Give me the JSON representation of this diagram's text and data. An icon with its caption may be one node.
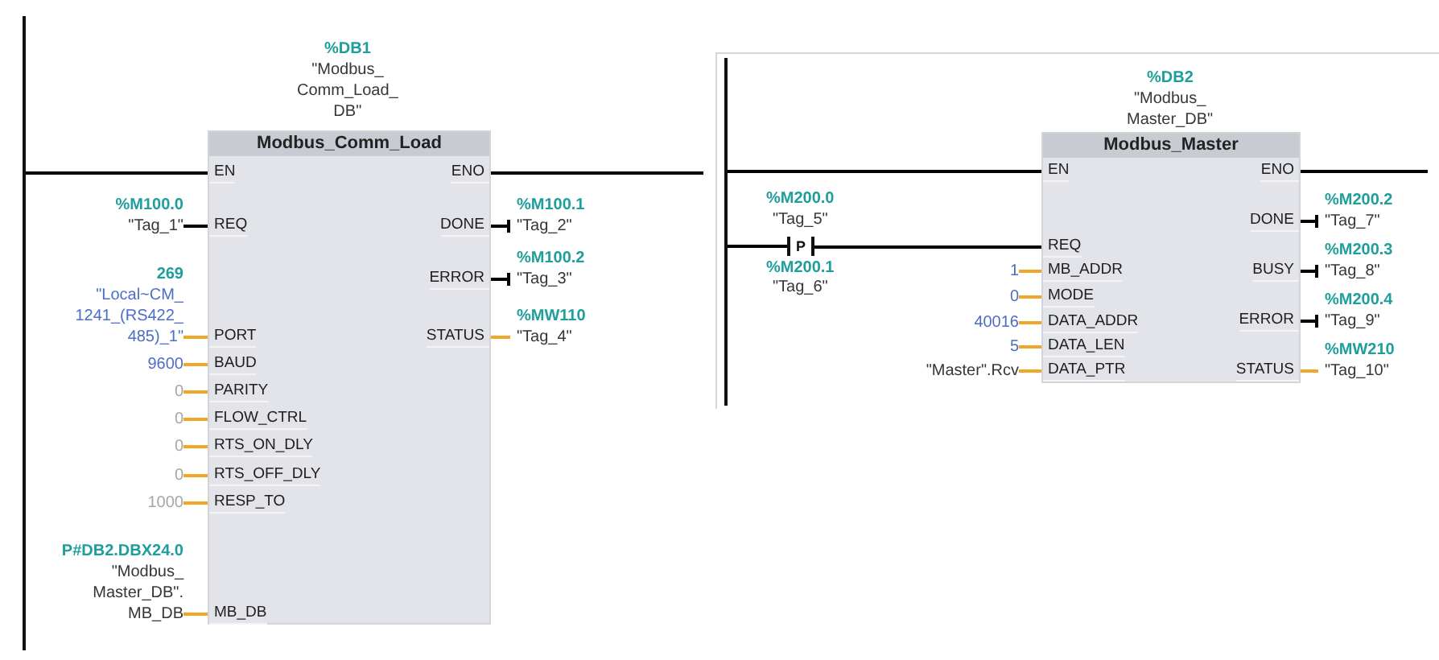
{
  "diagram": {
    "nodes": [
      {
        "text": [],
        "shape": "bar"
      },
      {
        "text": [
          "Modbus_Comm_Load"
        ],
        "beside": [
          "%DB1",
          "\"Modbus_ Comm_Load_ DB\""
        ]
      },
      {
        "text": [
          "EN"
        ],
        "in": 1
      },
      {
        "text": [
          "REQ"
        ],
        "in": 1
      },
      {
        "text": [
          "PORT"
        ],
        "in": 1
      },
      {
        "text": [
          "BAUD"
        ],
        "in": 1
      },
      {
        "text": [
          "PARITY"
        ],
        "in": 1
      },
      {
        "text": [
          "FLOW_CTRL"
        ],
        "in": 1
      },
      {
        "text": [
          "RTS_ON_DLY"
        ],
        "in": 1
      },
      {
        "text": [
          "RTS_OFF_DLY"
        ],
        "in": 1
      },
      {
        "text": [
          "RESP_TO"
        ],
        "in": 1
      },
      {
        "text": [
          "MB_DB"
        ],
        "in": 1
      },
      {
        "text": [
          "ENO"
        ],
        "in": 1
      },
      {
        "text": [
          "DONE"
        ],
        "in": 1
      },
      {
        "text": [
          "ERROR"
        ],
        "in": 1
      },
      {
        "text": [
          "STATUS"
        ],
        "in": 1
      },
      {
        "text": [
          "%M100.0",
          "\"Tag_1\""
        ]
      },
      {
        "text": [
          "269",
          "\"Local~CM_ 1241_(RS422_ 485)_1\""
        ]
      },
      {
        "text": [
          "9600"
        ]
      },
      {
        "text": [
          "0"
        ]
      },
      {
        "text": [
          "0"
        ]
      },
      {
        "text": [
          "0"
        ]
      },
      {
        "text": [
          "0"
        ]
      },
      {
        "text": [
          "1000"
        ]
      },
      {
        "text": [
          "P#DB2.DBX24.0",
          "\"Modbus_ Master_DB\". MB_DB"
        ]
      },
      {
        "text": [
          "%M100.1",
          "\"Tag_2\""
        ]
      },
      {
        "text": [
          "%M100.2",
          "\"Tag_3\""
        ]
      },
      {
        "text": [
          "%MW110",
          "\"Tag_4\""
        ]
      },
      {
        "text": [],
        "shape": "bar"
      },
      {
        "text": [
          "P"
        ],
        "beside": [
          "%M200.0",
          "\"Tag_5\"",
          "%M200.1",
          "\"Tag_6\""
        ]
      },
      {
        "text": [
          "Modbus_Master"
        ],
        "beside": [
          "%DB2",
          "\"Modbus_ Master_DB\""
        ]
      },
      {
        "text": [
          "EN"
        ],
        "in": 30
      },
      {
        "text": [
          "REQ"
        ],
        "in": 30
      },
      {
        "text": [
          "MB_ADDR"
        ],
        "in": 30
      },
      {
        "text": [
          "MODE"
        ],
        "in": 30
      },
      {
        "text": [
          "DATA_ADDR"
        ],
        "in": 30
      },
      {
        "text": [
          "DATA_LEN"
        ],
        "in": 30
      },
      {
        "text": [
          "DATA_PTR"
        ],
        "in": 30
      },
      {
        "text": [
          "ENO"
        ],
        "in": 30
      },
      {
        "text": [
          "DONE"
        ],
        "in": 30
      },
      {
        "text": [
          "BUSY"
        ],
        "in": 30
      },
      {
        "text": [
          "ERROR"
        ],
        "in": 30
      },
      {
        "text": [
          "STATUS"
        ],
        "in": 30
      },
      {
        "text": [
          "1"
        ]
      },
      {
        "text": [
          "0"
        ]
      },
      {
        "text": [
          "40016"
        ]
      },
      {
        "text": [
          "5"
        ]
      },
      {
        "text": [
          "\"Master\".Rcv"
        ]
      },
      {
        "text": [
          "%M200.2",
          "\"Tag_7\""
        ]
      },
      {
        "text": [
          "%M200.3",
          "\"Tag_8\""
        ]
      },
      {
        "text": [
          "%M200.4",
          "\"Tag_9\""
        ]
      },
      {
        "text": [
          "%MW210",
          "\"Tag_10\""
        ]
      }
    ],
    "edges": [
      {
        "from": 0,
        "to": 2,
        "arrow": "none",
        "color": "#000000"
      },
      {
        "from": 12,
        "to": null,
        "arrow": "none",
        "color": "#000000"
      },
      {
        "from": 16,
        "to": 3,
        "arrow": "none",
        "color": "#000000"
      },
      {
        "from": 17,
        "to": 4,
        "arrow": "none"
      },
      {
        "from": 18,
        "to": 5,
        "arrow": "none"
      },
      {
        "from": 19,
        "to": 6,
        "arrow": "none"
      },
      {
        "from": 20,
        "to": 7,
        "arrow": "none"
      },
      {
        "from": 21,
        "to": 8,
        "arrow": "none"
      },
      {
        "from": 22,
        "to": 9,
        "arrow": "none"
      },
      {
        "from": 23,
        "to": 10,
        "arrow": "none"
      },
      {
        "from": 24,
        "to": 11,
        "arrow": "none"
      },
      {
        "from": 13,
        "to": 25,
        "arrow": "other",
        "color": "#000000"
      },
      {
        "from": 14,
        "to": 26,
        "arrow": "other",
        "color": "#000000"
      },
      {
        "from": 15,
        "to": 27,
        "arrow": "none"
      },
      {
        "from": 28,
        "to": 31,
        "arrow": "none",
        "color": "#000000"
      },
      {
        "from": 38,
        "to": null,
        "arrow": "none",
        "color": "#000000"
      },
      {
        "from": 28,
        "to": 29,
        "arrow": "none",
        "color": "#000000"
      },
      {
        "from": 29,
        "to": 32,
        "arrow": "none",
        "color": "#000000"
      },
      {
        "from": 43,
        "to": 33,
        "arrow": "none"
      },
      {
        "from": 44,
        "to": 34,
        "arrow": "none"
      },
      {
        "from": 45,
        "to": 35,
        "arrow": "none"
      },
      {
        "from": 46,
        "to": 36,
        "arrow": "none"
      },
      {
        "from": 47,
        "to": 37,
        "arrow": "none"
      },
      {
        "from": 39,
        "to": 48,
        "arrow": "other",
        "color": "#000000"
      },
      {
        "from": 40,
        "to": 49,
        "arrow": "other",
        "color": "#000000"
      },
      {
        "from": 41,
        "to": 50,
        "arrow": "other",
        "color": "#000000"
      },
      {
        "from": 42,
        "to": 51,
        "arrow": "none"
      }
    ]
  }
}
